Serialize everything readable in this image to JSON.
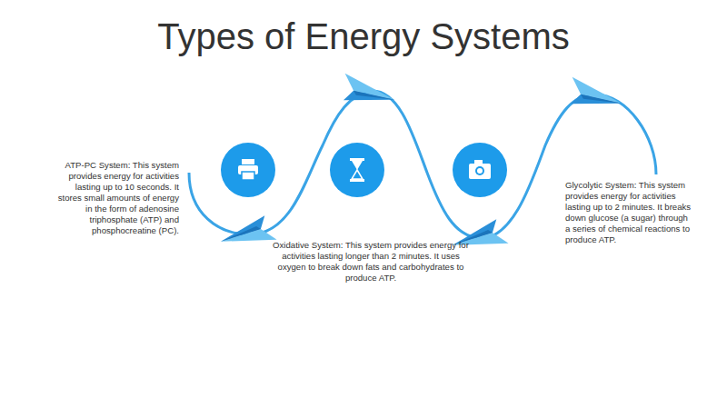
{
  "diagram": {
    "title": "Types of Energy Systems",
    "labels": [
      "ATP-PC System: This system provides energy for activities lasting up to 10 seconds. It stores small amounts of energy in the form of adenosine triphosphate (ATP) and phosphocreatine (PC).",
      "Oxidative System: This system provides energy for activities lasting longer than 2 minutes. It uses oxygen to break down fats and carbohydrates to produce ATP.",
      "Glycolytic System: This system provides energy for activities lasting up to 2 minutes. It breaks down glucose (a sugar) through a series of chemical reactions to produce ATP."
    ]
  }
}
